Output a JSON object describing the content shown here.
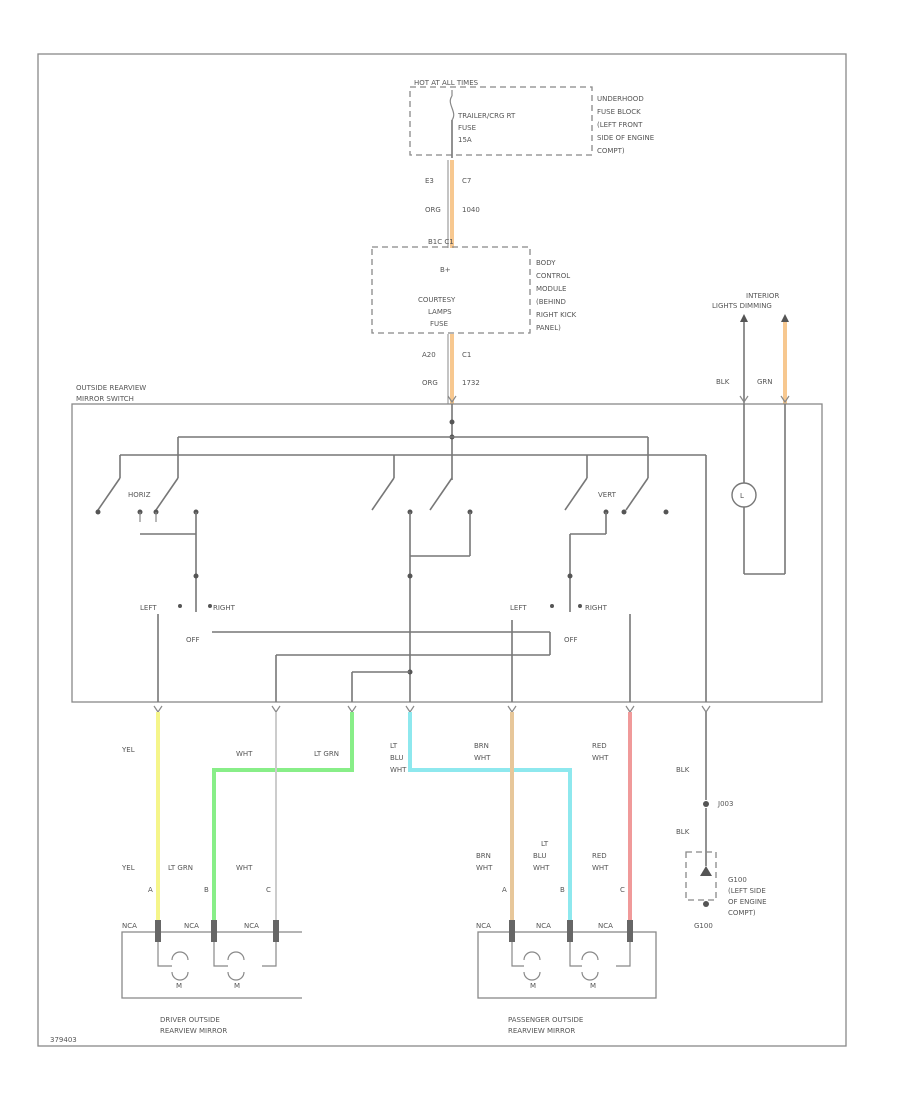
{
  "hot_at_all_times": "HOT AT ALL TIMES",
  "fuse": {
    "line1": "TRAILER/CRG RT",
    "line2": "FUSE",
    "line3": "15A"
  },
  "underhood_fuse_block": [
    "UNDERHOOD",
    "FUSE BLOCK",
    "(LEFT FRONT",
    "SIDE OF ENGINE",
    "COMPT)"
  ],
  "wire_e3": {
    "pin": "E3",
    "id": "C7",
    "color": "ORG",
    "circuit": "1040"
  },
  "bcm_connector": "B1C C1",
  "bcm_box": {
    "line1": "B+",
    "line2": "COURTESY",
    "line3": "LAMPS",
    "line4": "FUSE"
  },
  "bcm_label": [
    "BODY",
    "CONTROL",
    "MODULE",
    "(BEHIND",
    "RIGHT KICK",
    "PANEL)"
  ],
  "wire_a20": {
    "pin": "A20",
    "id": "C1",
    "color": "ORG",
    "circuit": "1732"
  },
  "switch_label": [
    "OUTSIDE REARVIEW",
    "MIRROR SWITCH"
  ],
  "interior_lights": [
    "INTERIOR",
    "LIGHTS DIMMING"
  ],
  "wire_blk": "BLK",
  "wire_grn": "GRN",
  "switch_labels": {
    "horiz": "HORIZ",
    "vert": "VERT",
    "left": "LEFT",
    "right": "RIGHT",
    "off": "OFF"
  },
  "lower_wires": {
    "yel": "YEL",
    "lt_grn": "LT GRN",
    "wht": "WHT",
    "lt": "LT",
    "blu": "BLU",
    "brn": "BRN",
    "red": "RED",
    "blk": "BLK"
  },
  "splice": "J003",
  "ground_label": [
    "G100",
    "(LEFT SIDE",
    "OF ENGINE",
    "COMPT)"
  ],
  "ground_id": "G100",
  "pin_labels": {
    "a": "A",
    "b": "B",
    "c": "C"
  },
  "mirror_pins": "NCA",
  "motor": "M",
  "driver_mirror": [
    "DRIVER OUTSIDE",
    "REARVIEW MIRROR"
  ],
  "passenger_mirror": [
    "PASSENGER OUTSIDE",
    "REARVIEW MIRROR"
  ],
  "diagram_id": "379403",
  "colors": {
    "org": "#f7c890",
    "yel": "#f5f58a",
    "grn": "#88ee88",
    "blu": "#8ee8ee",
    "brn": "#e7c79a",
    "red": "#f09a9a",
    "line": "#777777"
  }
}
